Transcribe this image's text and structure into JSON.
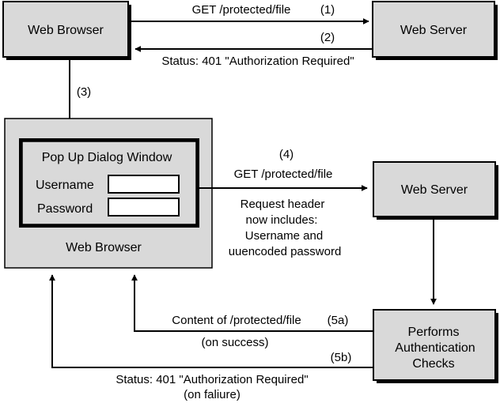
{
  "nodes": {
    "browser_top": "Web Browser",
    "server_top": "Web Server",
    "browser_main": "Web Browser",
    "server_mid": "Web Server",
    "auth_line1": "Performs",
    "auth_line2": "Authentication",
    "auth_line3": "Checks"
  },
  "dialog": {
    "title": "Pop Up Dialog Window",
    "username_label": "Username",
    "password_label": "Password",
    "username_value": "",
    "password_value": ""
  },
  "edges": {
    "e1_label": "GET /protected/file",
    "e1_step": "(1)",
    "e2_label": "Status: 401 \"Authorization Required\"",
    "e2_step": "(2)",
    "e3_step": "(3)",
    "e4_step": "(4)",
    "e4_label": "GET /protected/file",
    "e4_note_1": "Request header",
    "e4_note_2": "now includes:",
    "e4_note_3": "Username and",
    "e4_note_4": "uuencoded password",
    "e5a_label": "Content of /protected/file",
    "e5a_step": "(5a)",
    "e5a_note": "(on success)",
    "e5b_label": "Status: 401 \"Authorization Required\"",
    "e5b_step": "(5b)",
    "e5b_note": "(on faliure)"
  }
}
